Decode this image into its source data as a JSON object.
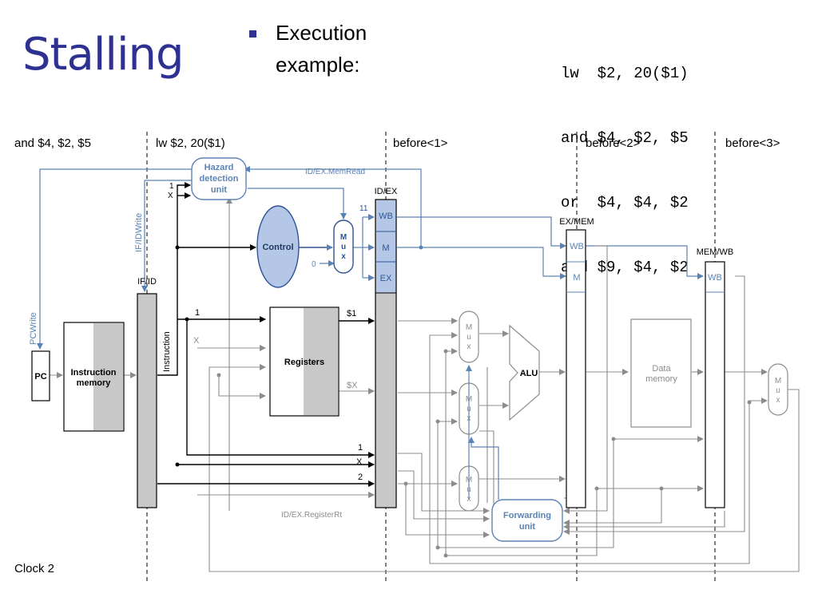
{
  "slide": {
    "title": "Stalling",
    "bullet_line1": "Execution",
    "bullet_line2": "example:",
    "code_lines": [
      "lw  $2, 20($1)",
      "and $4, $2, $5",
      "or  $4, $4, $2",
      "add $9, $4, $2"
    ]
  },
  "diagram": {
    "stage_labels": {
      "if": "and $4, $2, $5",
      "id": "lw $2, 20($1)",
      "ex": "before<1>",
      "mem": "before<2>",
      "wb": "before<3>"
    },
    "clock": "Clock 2",
    "hazard_unit": [
      "Hazard",
      "detection",
      "unit"
    ],
    "idex_memread": "ID/EX.MemRead",
    "idex_registerrt": "ID/EX.RegisterRt",
    "if_idwrite": "IF/IDWrite",
    "pcwrite": "PCWrite",
    "pc": "PC",
    "instruction_memory": [
      "Instruction",
      "memory"
    ],
    "instruction": "Instruction",
    "if_id": "IF/ID",
    "id_ex": "ID/EX",
    "ex_mem": "EX/MEM",
    "mem_wb": "MEM/WB",
    "control": "Control",
    "registers": "Registers",
    "alu": "ALU",
    "data_memory": [
      "Data",
      "memory"
    ],
    "forwarding_unit": [
      "Forwarding",
      "unit"
    ],
    "mux_letters": [
      "M",
      "u",
      "x"
    ],
    "wb": "WB",
    "m": "M",
    "ex": "EX",
    "val_11": "11",
    "val_0": "0",
    "val_1": "1",
    "val_x": "X",
    "val_s1": "$1",
    "val_sx": "$X",
    "val_2": "2"
  }
}
